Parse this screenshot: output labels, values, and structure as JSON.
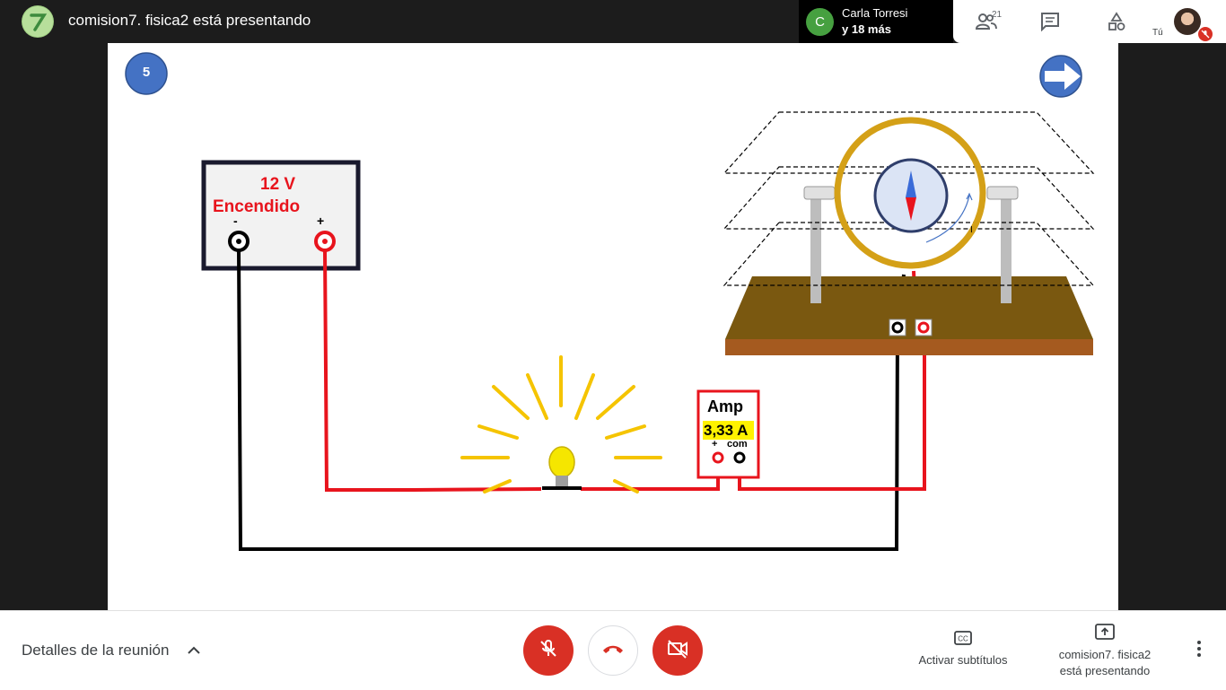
{
  "meeting": {
    "presenting_title": "comision7. fisica2 está presentando",
    "speaker_initial": "C",
    "speaker_name": "Carla Torresi",
    "speaker_others": "y 18 más",
    "participants_count": "21",
    "self_label": "Tú"
  },
  "slide": {
    "slide_number": "5",
    "power_supply": {
      "voltage": "12 V",
      "state": "Encendido",
      "neg": "-",
      "pos": "+"
    },
    "ammeter": {
      "title": "Amp",
      "reading": "3,33 A",
      "plus": "+",
      "com": "com"
    },
    "coil_label": "I",
    "colors": {
      "wire_red": "#e8141d",
      "wire_black": "#000000",
      "bulb": "#f5c400",
      "coil": "#d4a017",
      "base": "#7a5810",
      "accent_blue": "#4472c4"
    }
  },
  "bottom": {
    "details_label": "Detalles de la reunión",
    "captions_label": "Activar subtítulos",
    "presenting_line1": "comision7. fisica2",
    "presenting_line2": "está presentando"
  },
  "icons": [
    "meet-logo-icon",
    "people-icon",
    "chat-icon",
    "activities-icon",
    "mic-off-icon",
    "hang-up-icon",
    "camera-off-icon",
    "captions-icon",
    "present-icon",
    "more-vert-icon",
    "chevron-up-icon",
    "next-arrow-icon"
  ]
}
